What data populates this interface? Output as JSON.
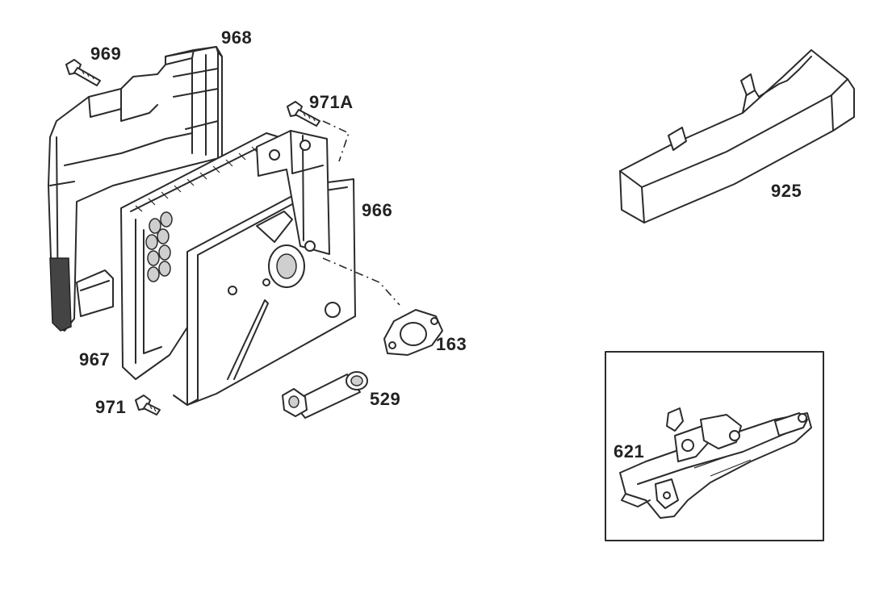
{
  "diagram": {
    "parts": {
      "p969": "969",
      "p968": "968",
      "p971a": "971A",
      "p966": "966",
      "p925": "925",
      "p967": "967",
      "p163": "163",
      "p529": "529",
      "p971": "971",
      "p621": "621"
    }
  }
}
